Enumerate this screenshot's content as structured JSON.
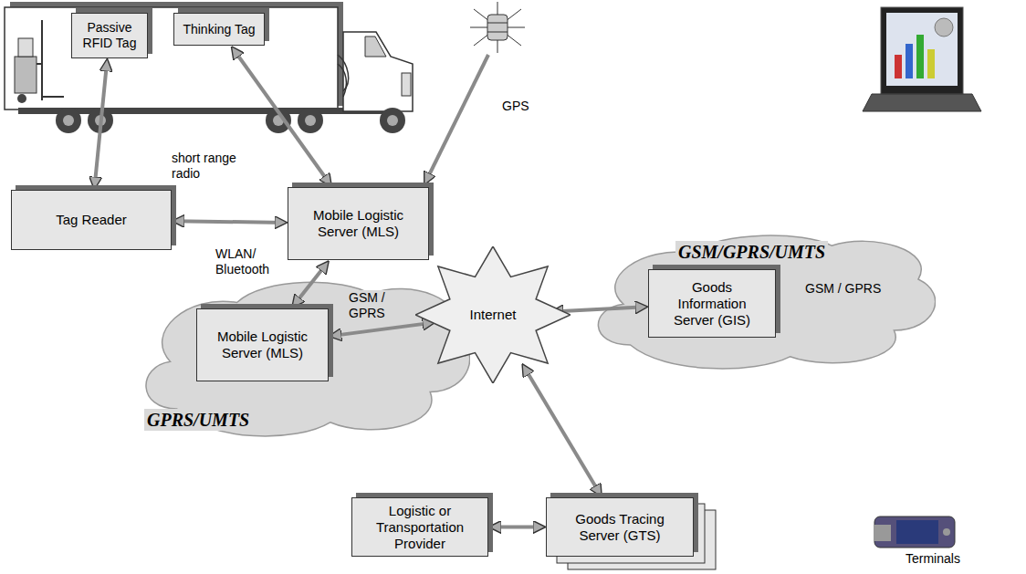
{
  "diagram": {
    "nodes": [
      {
        "text": [
          "Passive RFID Tag"
        ]
      },
      {
        "text": [
          "Thinking Tag"
        ]
      },
      {
        "text": [
          "Tag Reader"
        ]
      },
      {
        "text": [
          "Mobile Logistic Server (MLS)"
        ]
      },
      {
        "text": [
          "GPRS/UMTS"
        ]
      },
      {
        "text": [
          "Mobile Logistic Server (MLS)"
        ],
        "in": 4
      },
      {
        "text": [
          "Internet"
        ]
      },
      {
        "text": [
          "GSM/GPRS/UMTS"
        ]
      },
      {
        "text": [
          "Goods Information Server (GIS)"
        ],
        "in": 7
      },
      {
        "text": [
          "Logistic or Transportation Provider"
        ]
      },
      {
        "text": [
          "Goods Tracing Server (GTS)"
        ]
      }
    ],
    "edges": [
      {
        "from": 0,
        "to": 2,
        "arrow": "both"
      },
      {
        "from": 1,
        "to": 3,
        "label": "short range radio",
        "arrow": "both"
      },
      {
        "from": 2,
        "to": 3,
        "arrow": "both"
      },
      {
        "from": 3,
        "to": 5,
        "label": "WLAN/ Bluetooth",
        "arrow": "both"
      },
      {
        "from": 5,
        "to": 6,
        "arrow": "both"
      },
      {
        "from": 6,
        "to": 8,
        "arrow": "both"
      },
      {
        "from": 6,
        "to": 10,
        "arrow": "both"
      },
      {
        "from": 9,
        "to": 10,
        "arrow": "both"
      }
    ],
    "labels": [
      "GPS",
      "GSM / GPRS",
      "GSM / GPRS",
      "Terminals"
    ]
  }
}
